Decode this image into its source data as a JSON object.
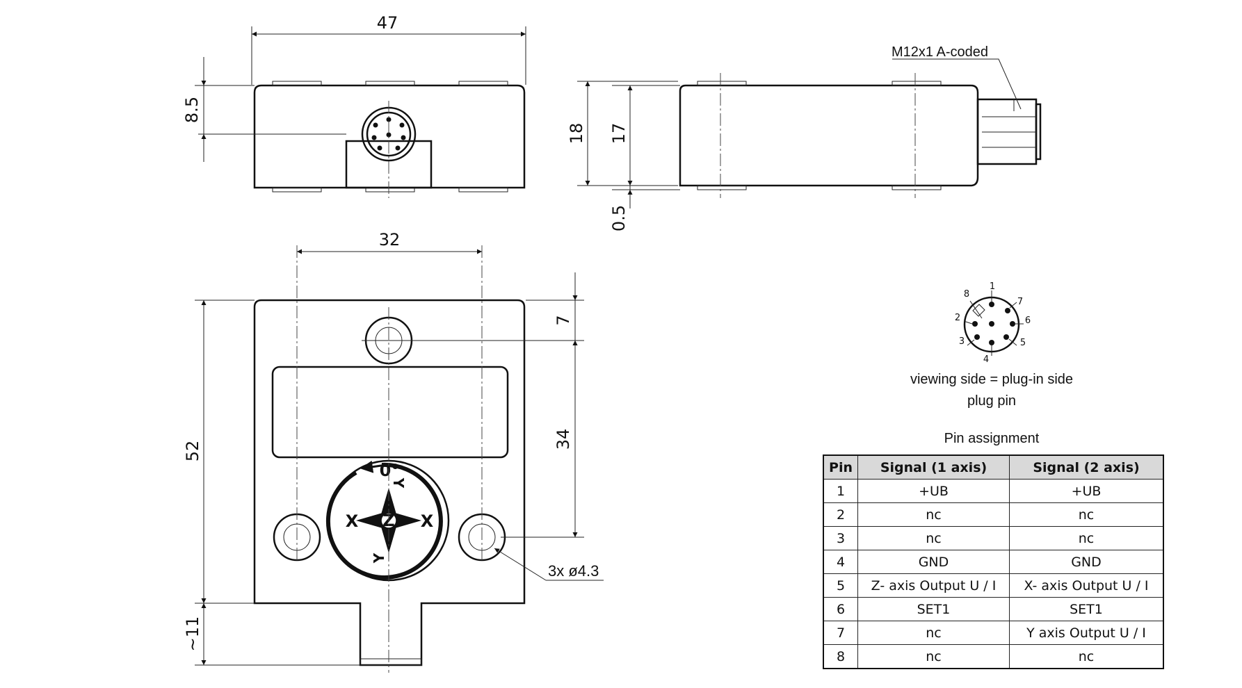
{
  "dimensions": {
    "top_width": "47",
    "top_connector_height": "8.5",
    "side_height": "18",
    "side_body_height": "17",
    "side_offset": "0.5",
    "front_hole_spacing": "32",
    "front_top_hole": "7",
    "front_hole_to_hole": "34",
    "front_height": "52",
    "front_plug": "~11",
    "holes": "3x ø4.3"
  },
  "labels": {
    "connector": "M12x1 A-coded",
    "zero_degree": "0°",
    "axis_x": "X",
    "axis_y": "Y",
    "axis_z": "Z"
  },
  "pinout": {
    "pins": [
      "1",
      "2",
      "3",
      "4",
      "5",
      "6",
      "7",
      "8"
    ],
    "caption_line1": "viewing side = plug-in side",
    "caption_line2": "plug pin"
  },
  "table": {
    "title": "Pin assignment",
    "headers": [
      "Pin",
      "Signal (1 axis)",
      "Signal (2 axis)"
    ],
    "rows": [
      [
        "1",
        "+UB",
        "+UB"
      ],
      [
        "2",
        "nc",
        "nc"
      ],
      [
        "3",
        "nc",
        "nc"
      ],
      [
        "4",
        "GND",
        "GND"
      ],
      [
        "5",
        "Z- axis Output U / I",
        "X- axis Output U / I"
      ],
      [
        "6",
        "SET1",
        "SET1"
      ],
      [
        "7",
        "nc",
        "Y axis Output U / I"
      ],
      [
        "8",
        "nc",
        "nc"
      ]
    ]
  }
}
